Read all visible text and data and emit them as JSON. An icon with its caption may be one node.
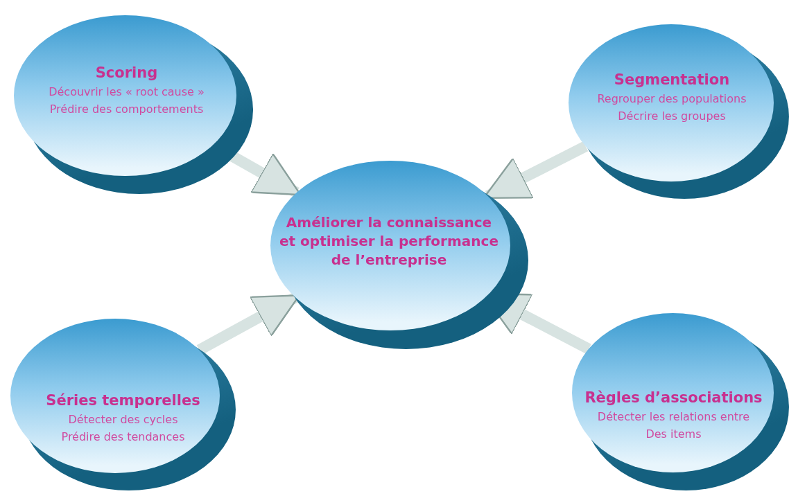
{
  "diagram": {
    "nodes": [
      {
        "text": [
          "Scoring",
          "Découvrir les « root cause »",
          "Prédire des comportements"
        ]
      },
      {
        "text": [
          "Segmentation",
          "Regrouper des populations",
          "Décrire les groupes"
        ]
      },
      {
        "text": [
          "Améliorer la connaissance et optimiser la performance de l’entreprise"
        ]
      },
      {
        "text": [
          "Séries temporelles",
          "Détecter des cycles",
          "Prédire des tendances"
        ]
      },
      {
        "text": [
          "Règles d’associations",
          "Détecter les relations entre",
          "Des items"
        ]
      }
    ],
    "edges": [
      {
        "from": 0,
        "to": 2,
        "arrow": "to"
      },
      {
        "from": 1,
        "to": 2,
        "arrow": "to"
      },
      {
        "from": 3,
        "to": 2,
        "arrow": "to"
      },
      {
        "from": 4,
        "to": 2,
        "arrow": "to"
      }
    ]
  }
}
